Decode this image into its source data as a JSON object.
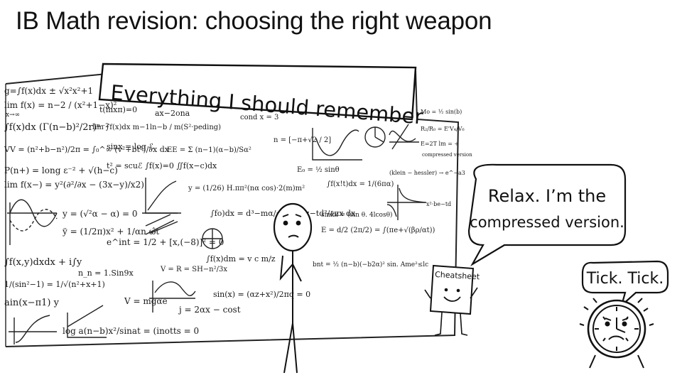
{
  "slide": {
    "title": "IB Math revision: choosing the right weapon"
  },
  "board": {
    "heading": "Everything I should remember",
    "formulas": [
      "g=∫f(x)dx ± √x²x²+1",
      "lim f(x) = n−2 / (x²+1−x)²",
      "x→∞",
      "∫f(x)dx (Γ(n−b)²/2r)ⁿ⁻²",
      "VV = (n²+b−n²)/2π = ∫₀^∞ (v²+bt²)/∂x dx",
      "P(n+) = long ε⁻² + √(h−c)",
      "lim f(x−) = y²(∂²/∂x − (3x−y)/x2)",
      "y = (√²α − α) = 0",
      "ÿ = (1/2π)x² + 1/αn ω̂t",
      "∫f(x,y)dxdx + i∫y",
      "1/(sin²−1) = 1/√(n²+x+1)",
      "ain(x−π1) y",
      "log a(n−b)x²/sinat = (inotts = 0",
      "t(mxπ)=0",
      "ax−2ona",
      "lim ∫f(x)dx  m−1ln−b / m(S²·peding)",
      "sinx = log ℰ",
      "EE = Σ (n−1)(α−b)/Sα²",
      "t² = scuℰ ∫f(x)=0 ∬f(x−c)dx",
      "y = (1/26) H.ππ²(nα cos)·2(m)m²",
      "∫fo)dx = d³−mα/±fx = ∂z−td²/∂πx dx",
      "e^int = 1/2 + [x,(−8)]² = 0",
      "n_n = 1.Sin9x",
      "V = R = SH−n²/3x",
      "V = mgαe",
      "j = 2αx − cost",
      "∫f(x)dm = v c m/z",
      "sin(x) = (αz+x²)/2πq = 0",
      "cond x = 3",
      "n = [−π+√2 / 2]",
      "E₀ = ½ sinθ",
      "∫f(x!t)dx = 1/(6πα)",
      "sinkx = (sin θ. 4lcosθ)",
      "E = d/2 (2π/2) = ∫(πe+√(βρ/αt))",
      "bnt = ½ (n−b)(−b2α)² sin. Ame²≤lc",
      "Mo = ½ sin(b)",
      "R₂/R₀ = E'V₄/V₆",
      "E=2T  lm = ÷",
      "compressed version",
      "(klein − hessler) → e^−a3",
      "x²·be−td"
    ]
  },
  "bubbles": {
    "relax_line1": "Relax. I’m the",
    "relax_line2": "compressed version.",
    "tick": "Tick. Tick."
  },
  "cheatsheet": {
    "label": "Cheatsheet"
  }
}
